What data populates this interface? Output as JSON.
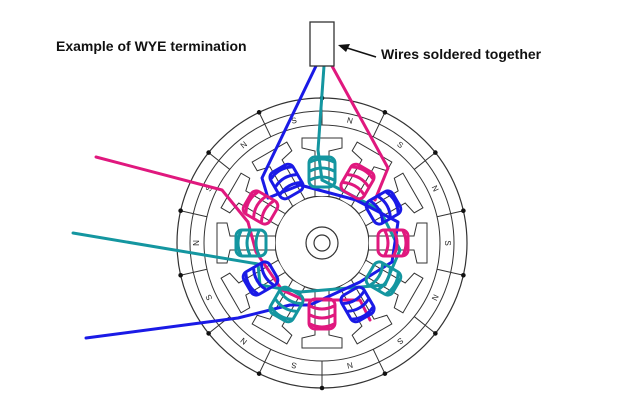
{
  "title": "Example of WYE termination",
  "annotation": "Wires soldered together",
  "colors": {
    "phase_a": "#e0187e",
    "phase_b": "#1496a0",
    "phase_c": "#1a1ae6",
    "outline": "#333333",
    "background": "#ffffff"
  },
  "stator": {
    "slot_count": 12,
    "coil_phase_order": [
      "phase_b",
      "phase_a",
      "phase_c",
      "phase_a",
      "phase_b",
      "phase_c",
      "phase_a",
      "phase_b",
      "phase_c",
      "phase_b",
      "phase_a",
      "phase_c"
    ]
  },
  "rotor": {
    "magnet_poles": [
      "N",
      "S",
      "N",
      "S",
      "N",
      "S",
      "N",
      "S",
      "N",
      "S",
      "N",
      "S",
      "N",
      "S"
    ]
  }
}
